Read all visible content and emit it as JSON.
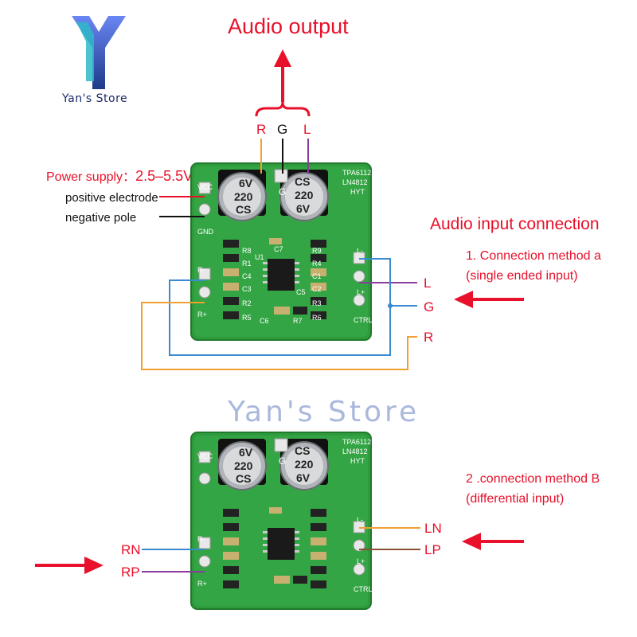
{
  "store": {
    "name": "Yan's Store",
    "watermark": "Yan's Store",
    "colors": {
      "logo_top": "#5c7cf0",
      "logo_bottom": "#1d3a8a"
    }
  },
  "output": {
    "title": "Audio output",
    "pins": [
      "R",
      "G",
      "L"
    ]
  },
  "power": {
    "label": "Power supply：",
    "voltage": "2.5–5.5V",
    "positive": "positive electrode",
    "negative": "negative pole"
  },
  "input": {
    "title": "Audio input connection",
    "method_a_line1": "1. Connection method a",
    "method_a_line2": "(single ended input)",
    "method_a_pins": [
      "L",
      "G",
      "R"
    ],
    "method_b_line1": "2 .connection method B",
    "method_b_line2": "(differential input)",
    "method_b_left": [
      "RN",
      "RP"
    ],
    "method_b_right": [
      "LN",
      "LP"
    ]
  },
  "board": {
    "cap_left": {
      "line1": "6V",
      "line2": "220",
      "line3": "CS"
    },
    "cap_right": {
      "line1": "CS",
      "line2": "220",
      "line3": "6V"
    },
    "chip_label1": "TPA6112",
    "chip_label2": "LN4812",
    "brand": "HYT",
    "pad_vcc": "VCC",
    "pad_gnd": "GND",
    "pad_g": "G",
    "pad_r_minus": "R-",
    "pad_r_plus": "R+",
    "pad_l_minus": "L-",
    "pad_l_plus": "L+",
    "pad_ctrl": "CTRL",
    "left_parts": [
      "R8",
      "R1",
      "C4",
      "C3",
      "R2",
      "R5"
    ],
    "right_parts": [
      "R9",
      "R4",
      "C1",
      "C2",
      "R3",
      "R6"
    ],
    "mid_parts": [
      "U1",
      "C7",
      "C6",
      "C5",
      "R7"
    ]
  },
  "colors": {
    "pcb": "#2f9a3c",
    "wire_red": "#e8102a",
    "wire_orange": "#f0a030",
    "wire_blue": "#3a8ad0",
    "wire_purple": "#8a3c9c",
    "wire_brown": "#8a5030",
    "wire_black": "#111111"
  }
}
